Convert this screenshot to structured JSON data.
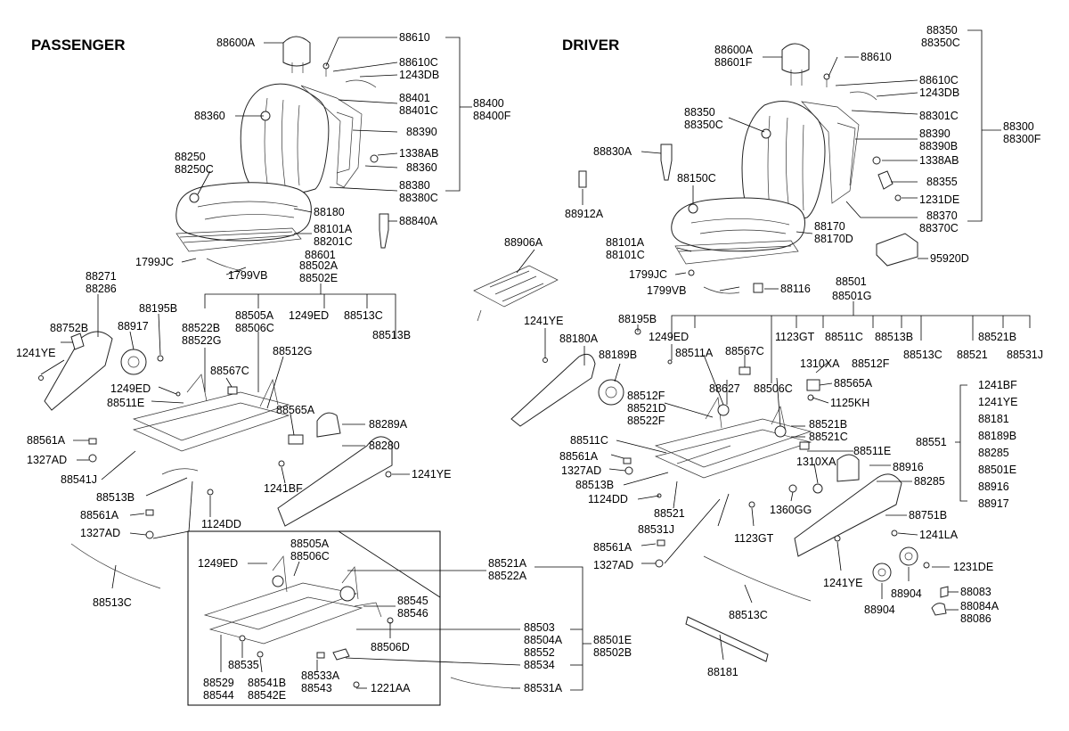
{
  "titles": {
    "passenger": "PASSENGER",
    "driver": "DRIVER"
  },
  "passenger": {
    "headrest": "88600A",
    "l_88610": "88610",
    "l_88610C": "88610C",
    "l_1243DB": "1243DB",
    "l_88401": "88401",
    "l_88401C": "88401C",
    "l_88400": "88400",
    "l_88400F": "88400F",
    "l_88390": "88390",
    "l_1338AB": "1338AB",
    "l_88360r": "88360",
    "l_88380": "88380",
    "l_88380C": "88380C",
    "l_88360": "88360",
    "l_88250": "88250",
    "l_88250C": "88250C",
    "l_88180": "88180",
    "l_88101A": "88101A",
    "l_88201C": "88201C",
    "l_88840A": "88840A",
    "l_1799JC": "1799JC",
    "l_88601": "88601",
    "l_1799VB": "1799VB",
    "l_88502A": "88502A",
    "l_88502E": "88502E",
    "l_88271": "88271",
    "l_88286": "88286",
    "l_88752B": "88752B",
    "l_88917": "88917",
    "l_1241YE": "1241YE",
    "l_88195B": "88195B",
    "l_88522B": "88522B",
    "l_88522G": "88522G",
    "l_88505A": "88505A",
    "l_88506C": "88506C",
    "l_1249ED": "1249ED",
    "l_88513C": "88513C",
    "l_88513B": "88513B",
    "l_88512G": "88512G",
    "l_88567C": "88567C",
    "l_1249ED2": "1249ED",
    "l_88511E": "88511E",
    "l_88565A": "88565A",
    "l_88289A": "88289A",
    "l_88280": "88280",
    "l_88561A": "88561A",
    "l_1327AD": "1327AD",
    "l_88541J": "88541J",
    "l_1241BF": "1241BF",
    "l_1241YE2": "1241YE",
    "l_88513B2": "88513B",
    "l_1124DD": "1124DD",
    "l_88561A2": "88561A",
    "l_1327AD2": "1327AD",
    "l_88513C2": "88513C"
  },
  "inset": {
    "l_1249ED": "1249ED",
    "l_88505A": "88505A",
    "l_88506C": "88506C",
    "l_88521A": "88521A",
    "l_88522A": "88522A",
    "l_88545": "88545",
    "l_88546": "88546",
    "l_88506D": "88506D",
    "l_88503": "88503",
    "l_88504A": "88504A",
    "l_88552": "88552",
    "l_88534": "88534",
    "l_88501E": "88501E",
    "l_88502B": "88502B",
    "l_88535": "88535",
    "l_88529": "88529",
    "l_88544": "88544",
    "l_88541B": "88541B",
    "l_88542E": "88542E",
    "l_88533A": "88533A",
    "l_88543": "88543",
    "l_1221AA": "1221AA",
    "l_88531A": "88531A"
  },
  "driver": {
    "l_88600A": "88600A",
    "l_88601F": "88601F",
    "l_88610": "88610",
    "l_88350": "88350",
    "l_88350C": "88350C",
    "l_88610C": "88610C",
    "l_1243DB": "1243DB",
    "l_88301C": "88301C",
    "l_88300": "88300",
    "l_88300F": "88300F",
    "l_88350b": "88350",
    "l_88350Cb": "88350C",
    "l_88390": "88390",
    "l_88390B": "88390B",
    "l_1338AB": "1338AB",
    "l_88355": "88355",
    "l_1231DE": "1231DE",
    "l_88370": "88370",
    "l_88370C": "88370C",
    "l_88830A": "88830A",
    "l_88150C": "88150C",
    "l_88912A": "88912A",
    "l_88170": "88170",
    "l_88170D": "88170D",
    "l_88906A": "88906A",
    "l_88101A": "88101A",
    "l_88101C": "88101C",
    "l_95920D": "95920D",
    "l_1799JC": "1799JC",
    "l_1799VB": "1799VB",
    "l_88116": "88116",
    "l_88501": "88501",
    "l_88501G": "88501G",
    "l_1241YE": "1241YE",
    "l_88195B": "88195B",
    "l_1249ED": "1249ED",
    "l_1123GT": "1123GT",
    "l_88511C": "88511C",
    "l_88513B": "88513B",
    "l_88521B": "88521B",
    "l_88180A": "88180A",
    "l_88189B": "88189B",
    "l_88511A": "88511A",
    "l_88567C": "88567C",
    "l_1310XA": "1310XA",
    "l_88512F": "88512F",
    "l_88513C": "88513C",
    "l_88521": "88521",
    "l_88531J": "88531J",
    "l_88627": "88627",
    "l_88506C": "88506C",
    "l_88565A": "88565A",
    "l_1125KH": "1125KH",
    "l_88512F2": "88512F",
    "l_88521D": "88521D",
    "l_88522F": "88522F",
    "l_88521Bb": "88521B",
    "l_88521C": "88521C",
    "l_88511Cb": "88511C",
    "l_88561A": "88561A",
    "l_1327AD": "1327AD",
    "l_88513Bb": "88513B",
    "l_1124DD": "1124DD",
    "l_88521b": "88521",
    "l_1310XA2": "1310XA",
    "l_88511E": "88511E",
    "l_88916": "88916",
    "l_88285": "88285",
    "l_1360GG": "1360GG",
    "l_88531J2": "88531J",
    "l_1123GT2": "1123GT",
    "l_88751B": "88751B",
    "l_1241LA": "1241LA",
    "l_88561A2": "88561A",
    "l_1327AD2": "1327AD",
    "l_1231DE2": "1231DE",
    "l_1241YE2": "1241YE",
    "l_88904": "88904",
    "l_88904b": "88904",
    "l_88083": "88083",
    "l_88084A": "88084A",
    "l_88086": "88086",
    "l_88513C2": "88513C",
    "l_88181": "88181",
    "l_88551": "88551"
  },
  "driver_list": [
    "1241BF",
    "1241YE",
    "88181",
    "88189B",
    "88285",
    "88501E",
    "88916",
    "88917"
  ]
}
